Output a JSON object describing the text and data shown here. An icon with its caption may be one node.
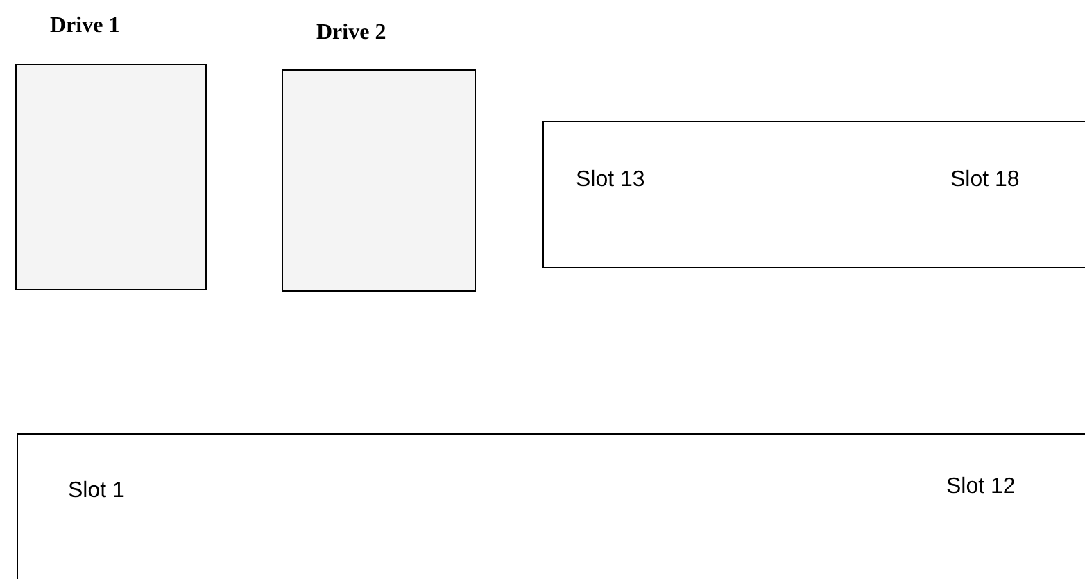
{
  "diagram": {
    "nodes": [
      {
        "text": [
          "Drive 1"
        ]
      },
      {
        "text": [
          "Drive 2"
        ]
      },
      {
        "text": [
          "Slot 13",
          "Slot 18"
        ]
      },
      {
        "text": [
          "Slot 1",
          "Slot 12"
        ]
      }
    ]
  }
}
